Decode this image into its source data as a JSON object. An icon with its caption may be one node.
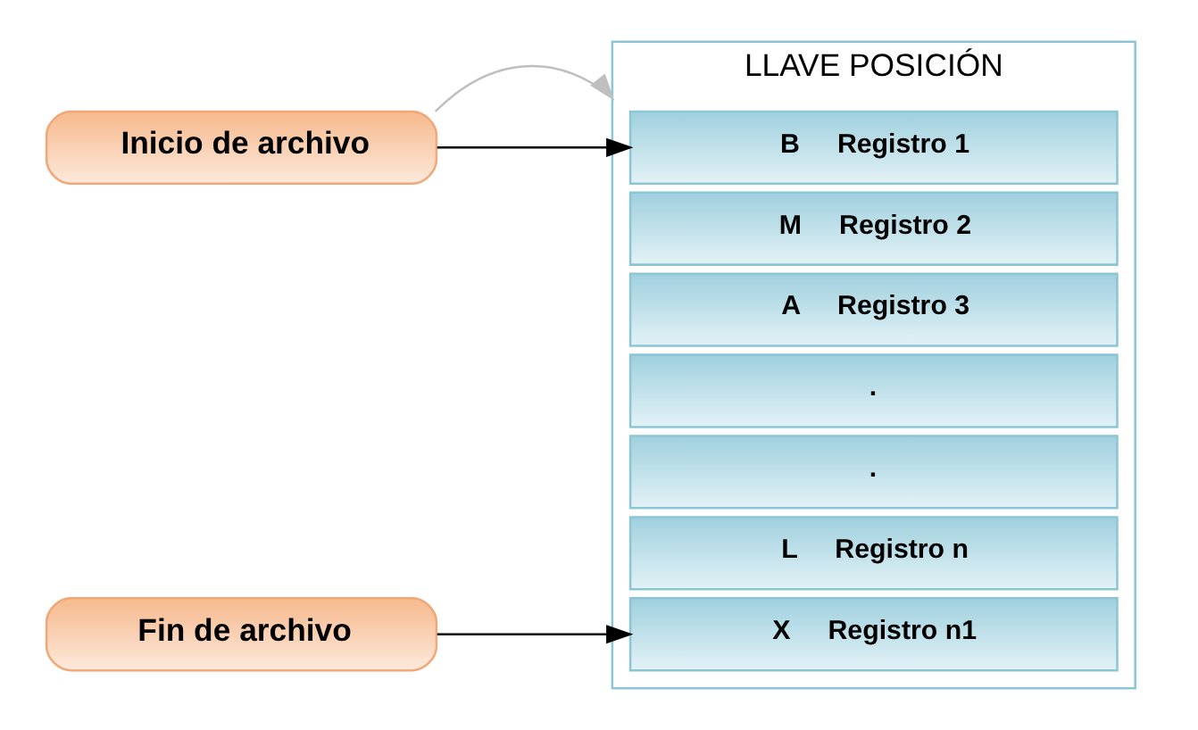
{
  "diagram": {
    "nodes": [
      {
        "text": [
          "Inicio de archivo"
        ]
      },
      {
        "text": [
          "Fin de archivo"
        ]
      },
      {
        "text": [
          "LLAVE POSICIÓN"
        ]
      },
      {
        "text": [
          "B",
          "Registro 1"
        ],
        "in": 2
      },
      {
        "text": [
          "M",
          "Registro 2"
        ],
        "in": 2
      },
      {
        "text": [
          "A",
          "Registro 3"
        ],
        "in": 2
      },
      {
        "text": [
          "."
        ],
        "in": 2
      },
      {
        "text": [
          "."
        ],
        "in": 2
      },
      {
        "text": [
          "L",
          "Registro n"
        ],
        "in": 2
      },
      {
        "text": [
          "X",
          "Registro n1"
        ],
        "in": 2
      }
    ],
    "edges": [
      {
        "from": 0,
        "to": 3,
        "arrow": "to"
      },
      {
        "from": 0,
        "to": 2,
        "arrow": "to",
        "color": "#bfbfbf"
      },
      {
        "from": 1,
        "to": 9,
        "arrow": "to"
      }
    ]
  }
}
